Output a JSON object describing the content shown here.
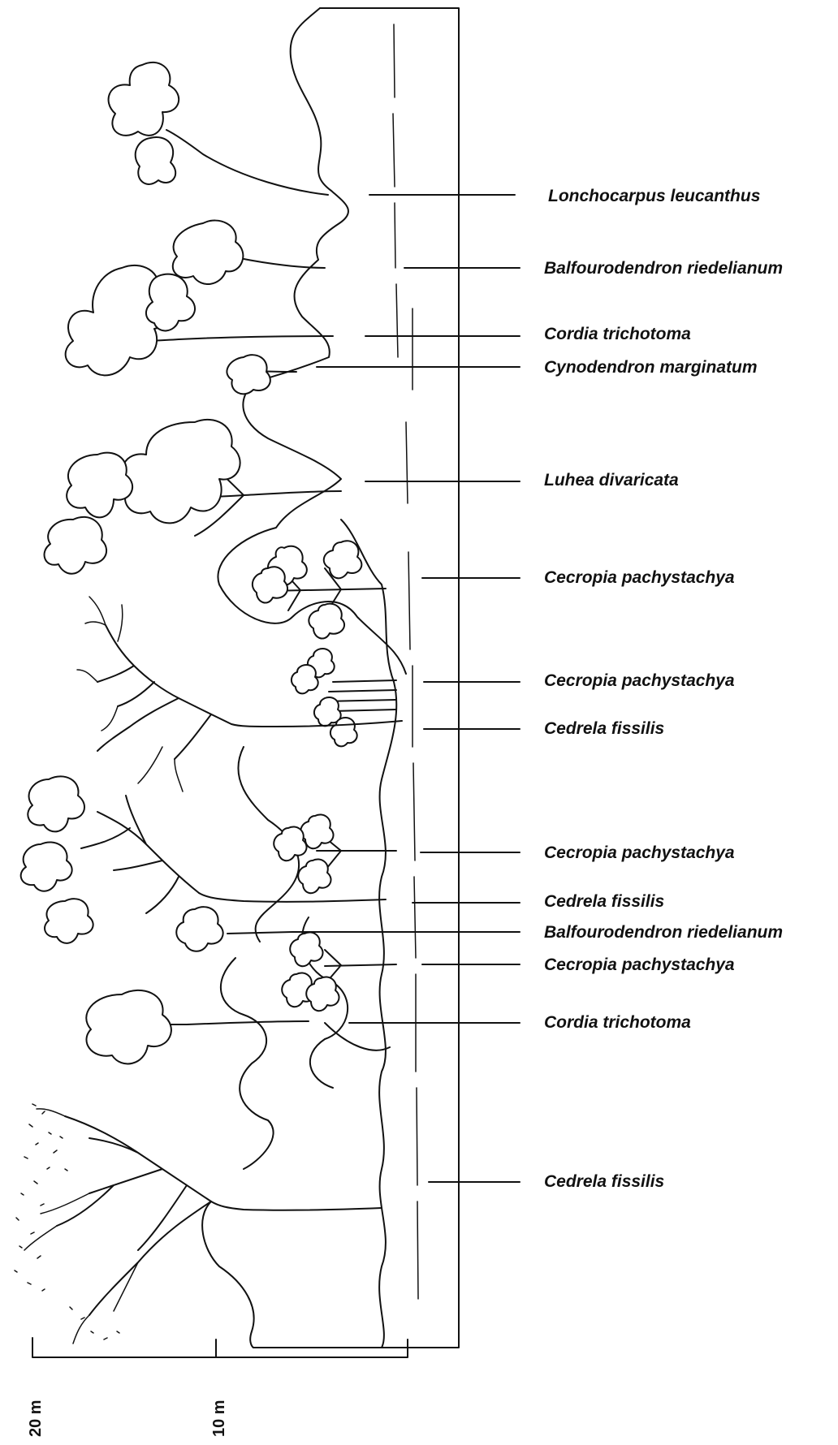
{
  "labels": [
    {
      "id": "lonchocarpus",
      "text": "Lonchocarpus leucanthus"
    },
    {
      "id": "balfourodendron-1",
      "text": "Balfourodendron riedelianum"
    },
    {
      "id": "cordia-1",
      "text": "Cordia trichotoma"
    },
    {
      "id": "cynodendron",
      "text": "Cynodendron marginatum"
    },
    {
      "id": "luhea",
      "text": "Luhea divaricata"
    },
    {
      "id": "cecropia-1",
      "text": "Cecropia pachystachya"
    },
    {
      "id": "cecropia-2",
      "text": "Cecropia pachystachya"
    },
    {
      "id": "cedrela-1",
      "text": "Cedrela fissilis"
    },
    {
      "id": "cecropia-3",
      "text": "Cecropia pachystachya"
    },
    {
      "id": "cedrela-2",
      "text": "Cedrela fissilis"
    },
    {
      "id": "balfourodendron-2",
      "text": "Balfourodendron riedelianum"
    },
    {
      "id": "cecropia-4",
      "text": "Cecropia pachystachya"
    },
    {
      "id": "cordia-2",
      "text": "Cordia trichotoma"
    },
    {
      "id": "cedrela-3",
      "text": "Cedrela fissilis"
    }
  ],
  "scale": {
    "tick_20": "20 m",
    "tick_10": "10 m"
  }
}
